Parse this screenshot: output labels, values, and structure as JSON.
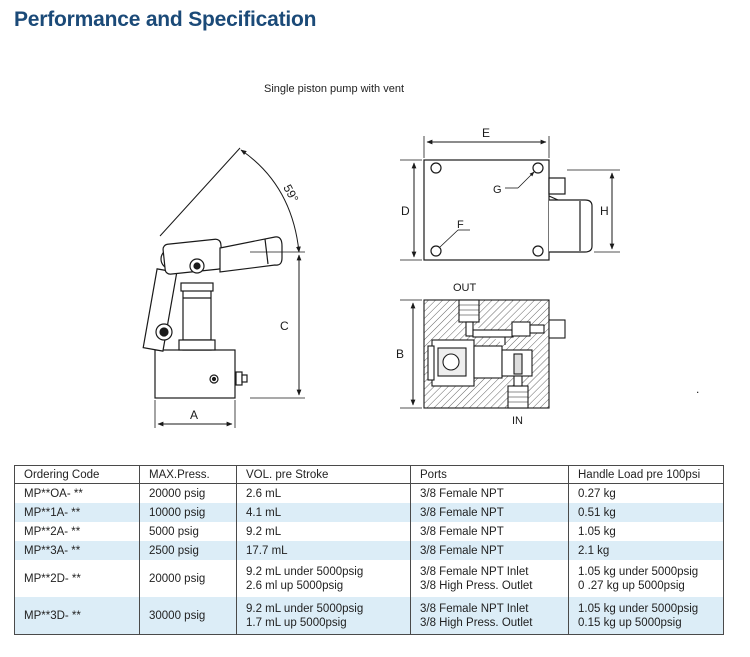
{
  "page": {
    "title": "Performance and Specification",
    "subtitle": "Single piston pump with vent"
  },
  "diagram": {
    "labels": {
      "angle": "59°",
      "a": "A",
      "b": "B",
      "c": "C",
      "d": "D",
      "e": "E",
      "f": "F",
      "g": "G",
      "h": "H",
      "out": "OUT",
      "in": "IN",
      "dot": "."
    },
    "colors": {
      "line": "#1a1a1a",
      "hatch": "#666666"
    }
  },
  "table": {
    "headers": [
      "Ordering Code",
      "MAX.Press.",
      "VOL. pre Stroke",
      "Ports",
      "Handle Load pre 100psi"
    ],
    "rows": [
      {
        "code": "MP**OA- **",
        "press": "20000 psig",
        "vol": [
          "2.6 mL"
        ],
        "ports": [
          "3/8 Female NPT"
        ],
        "load": [
          "0.27 kg"
        ]
      },
      {
        "code": "MP**1A- **",
        "press": "10000 psig",
        "vol": [
          "4.1 mL"
        ],
        "ports": [
          "3/8 Female NPT"
        ],
        "load": [
          "0.51 kg"
        ]
      },
      {
        "code": "MP**2A- **",
        "press": "5000 psig",
        "vol": [
          "9.2 mL"
        ],
        "ports": [
          "3/8 Female NPT"
        ],
        "load": [
          "1.05 kg"
        ]
      },
      {
        "code": "MP**3A- **",
        "press": "2500 psig",
        "vol": [
          "17.7 mL"
        ],
        "ports": [
          "3/8 Female NPT"
        ],
        "load": [
          "2.1 kg"
        ]
      },
      {
        "code": "MP**2D- **",
        "press": "20000 psig",
        "vol": [
          "9.2 mL  under 5000psig",
          "2.6 ml up 5000psig"
        ],
        "ports": [
          "3/8 Female NPT Inlet",
          "3/8 High Press. Outlet"
        ],
        "load": [
          "1.05 kg under 5000psig",
          "0 .27 kg up 5000psig"
        ]
      },
      {
        "code": "MP**3D- **",
        "press": "30000 psig",
        "vol": [
          "9.2 mL  under 5000psig",
          "1.7 mL up 5000psig"
        ],
        "ports": [
          "3/8 Female NPT Inlet",
          "3/8 High Press. Outlet"
        ],
        "load": [
          "1.05 kg under 5000psig",
          "0.15 kg up 5000psig"
        ]
      }
    ],
    "colors": {
      "alt_row": "#dcedf7",
      "border": "#4a4a4a"
    }
  }
}
